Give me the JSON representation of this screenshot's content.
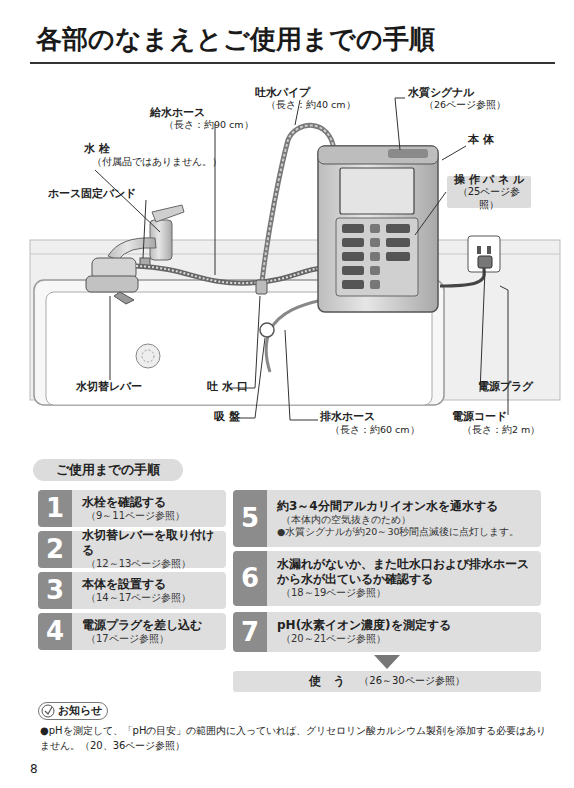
{
  "diagram": {
    "title": "各部のなまえとご使用までの手順",
    "nodes": [
      {
        "text": [
          "操 作 パ ネ ル",
          "（25ページ参照）"
        ]
      },
      {
        "text": [
          "ご使用までの手順"
        ]
      },
      {
        "text": [
          "水栓を確認する",
          "（9～11ページ参照）"
        ]
      },
      {
        "text": [
          "1"
        ],
        "in": 2
      },
      {
        "text": [
          "水切替レバーを取り付ける",
          "（12～13ページ参照）"
        ]
      },
      {
        "text": [
          "2"
        ],
        "in": 4
      },
      {
        "text": [
          "本体を設置する",
          "（14～17ページ参照）"
        ]
      },
      {
        "text": [
          "3"
        ],
        "in": 6
      },
      {
        "text": [
          "電源プラグを差し込む",
          "（17ページ参照）"
        ]
      },
      {
        "text": [
          "4"
        ],
        "in": 8
      },
      {
        "text": [
          "約3～4分間アルカリイオン水を通水する",
          "（本体内の空気抜きのため）",
          "●水質シグナルが約20～30秒間点滅後に点灯します。"
        ]
      },
      {
        "text": [
          "5"
        ],
        "in": 10
      },
      {
        "text": [
          "水漏れがないか、また吐水口および排水ホースから水が出ているか確認する",
          "（18～19ページ参照）"
        ]
      },
      {
        "text": [
          "6"
        ],
        "in": 12
      },
      {
        "text": [
          "pH(水素イオン濃度)を測定する",
          "（20～21ページ参照）"
        ]
      },
      {
        "text": [
          "7"
        ],
        "in": 14
      },
      {
        "text": [
          "使　う",
          "（26～30ページ参照）"
        ]
      },
      {
        "text": [
          "お知らせ"
        ]
      }
    ],
    "edges": [
      {
        "from": 14,
        "to": 16,
        "arrow": "to"
      }
    ],
    "labels": [
      "吐水パイプ",
      "（長さ：約40 cm）",
      "水質シグナル",
      "（26ページ参照）",
      "給水ホース",
      "（長さ：約90 cm）",
      "本 体",
      "水 栓",
      "（付属品ではありません。）",
      "ホース固定バンド",
      "水切替レバー",
      "吐 水 口",
      "吸 盤",
      "排水ホース",
      "（長さ：約60 cm）",
      "電源プラグ",
      "電源コード",
      "（長さ：約2 m）",
      "●pHを測定して、「pHの目安」の範囲内に入っていれば、グリセロリン酸カルシウム製剤を添加する必要はありません。（20、36ページ参照）",
      "8"
    ]
  }
}
